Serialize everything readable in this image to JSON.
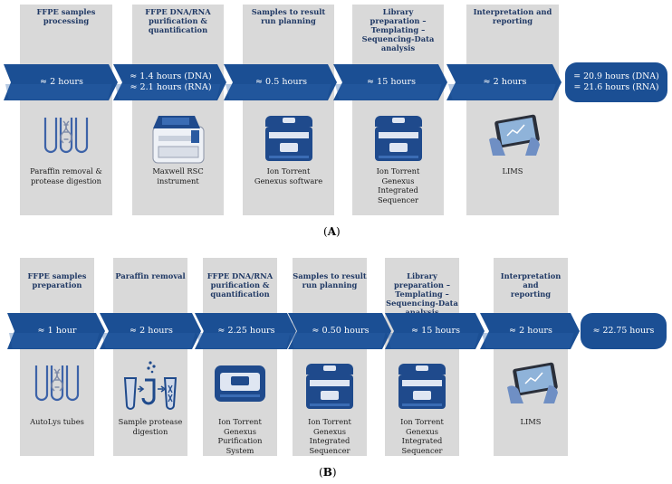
{
  "panel_a": {
    "label": "A",
    "steps": [
      {
        "title": [
          "FFPE samples",
          "processing"
        ],
        "time": [
          "≈ 2 hours"
        ],
        "icon": "test-tubes-dna-icon",
        "caption": [
          "Paraffin removal &",
          "protease digestion"
        ]
      },
      {
        "title": [
          "FFPE DNA/RNA",
          "purification  &",
          "quantification"
        ],
        "time": [
          "≈ 1.4 hours (DNA)",
          "≈ 2.1 hours (RNA)"
        ],
        "icon": "maxwell-instrument-icon",
        "caption": [
          "Maxwell RSC",
          "instrument"
        ]
      },
      {
        "title": [
          "Samples to result",
          "run planning"
        ],
        "time": [
          "≈ 0.5 hours"
        ],
        "icon": "genexus-sequencer-icon",
        "caption": [
          "Ion Torrent",
          "Genexus software"
        ]
      },
      {
        "title": [
          "Library",
          "preparation –",
          "Templating –",
          "Sequencing-Data",
          "analysis"
        ],
        "time": [
          "≈ 15 hours"
        ],
        "icon": "genexus-sequencer-icon",
        "caption": [
          "Ion Torrent",
          "Genexus",
          "Integrated",
          "Sequencer"
        ]
      },
      {
        "title": [
          "Interpretation and",
          "reporting"
        ],
        "time": [
          "≈ 2 hours"
        ],
        "icon": "tablet-hands-icon",
        "caption": [
          "LIMS"
        ]
      }
    ],
    "total": [
      "= 20.9 hours (DNA)",
      "= 21.6 hours (RNA)"
    ]
  },
  "panel_b": {
    "label": "B",
    "steps": [
      {
        "title": [
          "FFPE samples",
          "preparation"
        ],
        "time": [
          "≈ 1 hour"
        ],
        "icon": "test-tubes-dna-icon",
        "caption": [
          "AutoLys tubes"
        ]
      },
      {
        "title": [
          "Paraffin removal"
        ],
        "time": [
          "≈ 2 hours"
        ],
        "icon": "tube-transfer-icon",
        "caption": [
          "Sample protease",
          "digestion"
        ]
      },
      {
        "title": [
          "FFPE DNA/RNA",
          "purification  &",
          "quantification"
        ],
        "time": [
          "≈ 2.25 hours"
        ],
        "icon": "purification-system-icon",
        "caption": [
          "Ion Torrent",
          "Genexus",
          "Purification",
          "System"
        ]
      },
      {
        "title": [
          "Samples to result",
          "run planning"
        ],
        "time": [
          "≈ 0.50 hours"
        ],
        "icon": "genexus-sequencer-icon",
        "caption": [
          "Ion Torrent",
          "Genexus",
          "Integrated",
          "Sequencer"
        ]
      },
      {
        "title": [
          "Library",
          "preparation –",
          "Templating –",
          "Sequencing-Data",
          "analysis"
        ],
        "time": [
          "≈ 15 hours"
        ],
        "icon": "genexus-sequencer-icon",
        "caption": [
          "Ion Torrent",
          "Genexus",
          "Integrated",
          "Sequencer"
        ]
      },
      {
        "title": [
          "Interpretation and",
          "reporting"
        ],
        "time": [
          "≈ 2 hours"
        ],
        "icon": "tablet-hands-icon",
        "caption": [
          "LIMS"
        ]
      }
    ],
    "total": [
      "≈ 22.75 hours"
    ]
  },
  "colors": {
    "arrow": "#1b4f94",
    "arrow_light": "#2d65ad",
    "panel": "#d9d9d9",
    "title": "#1f3864"
  }
}
